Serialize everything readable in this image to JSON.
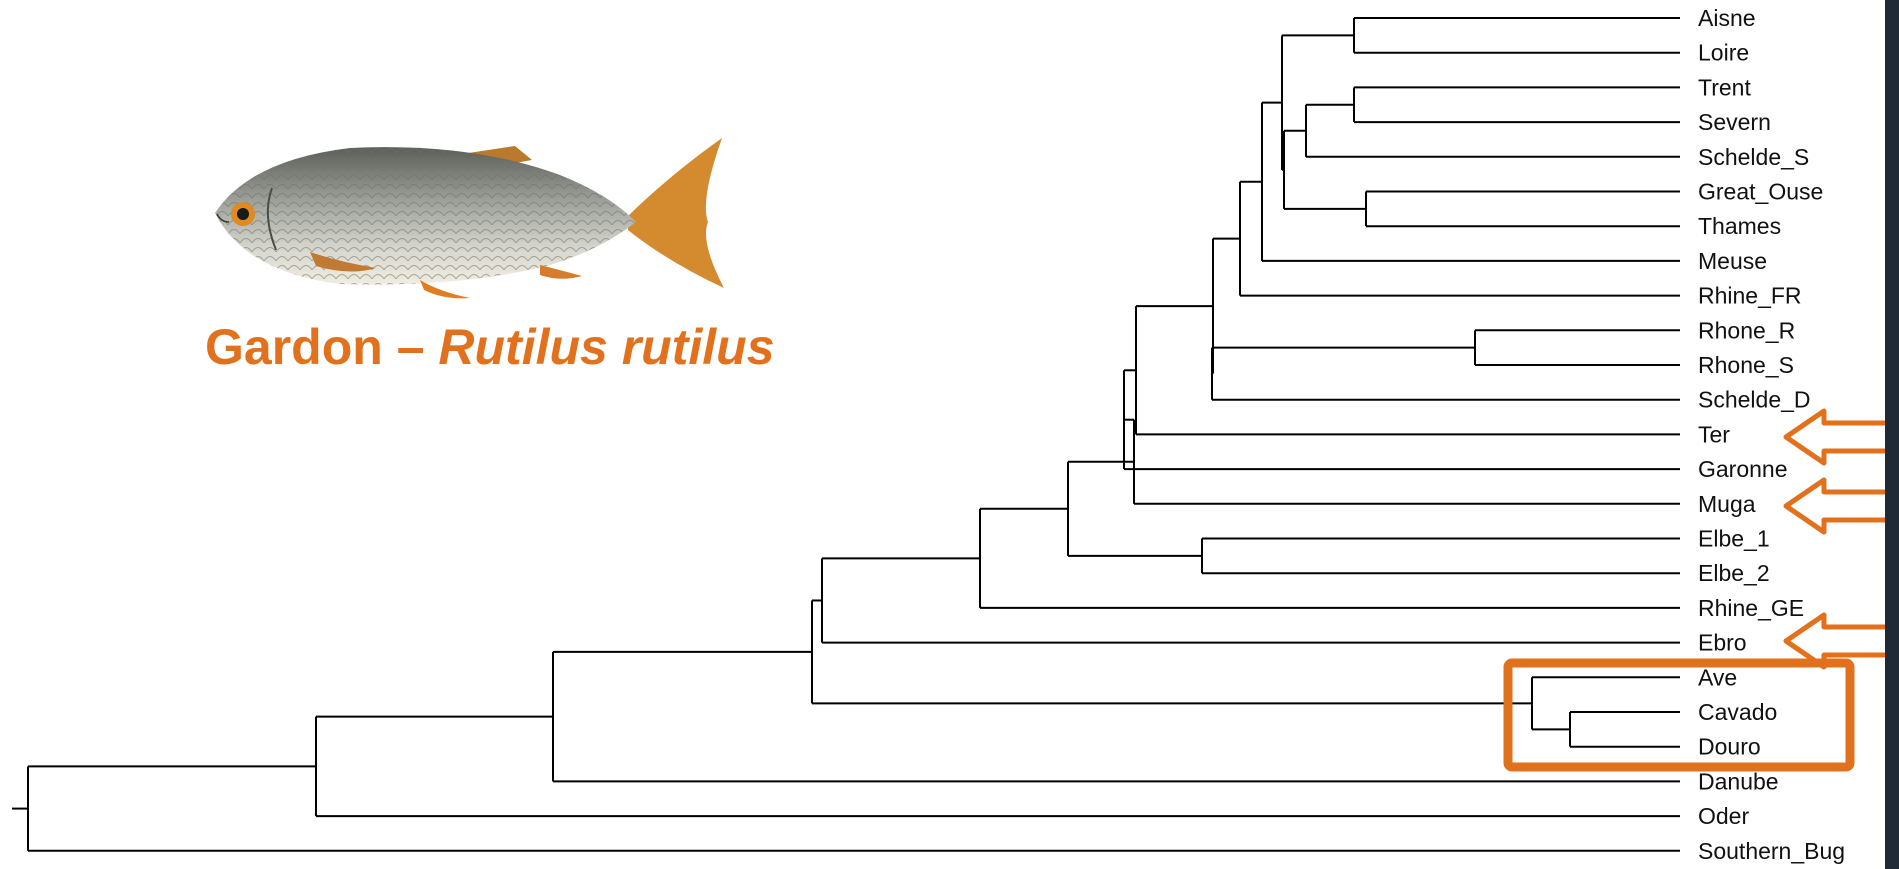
{
  "caption": {
    "common_name": "Gardon",
    "separator": " – ",
    "scientific_name": "Rutilus rutilus"
  },
  "colors": {
    "accent": "#E2711D",
    "lines": "#000000",
    "side_bar": "#1f2a36"
  },
  "icons": [
    "roach-fish-illustration",
    "arrow-left-icon"
  ],
  "tree": {
    "leaves": [
      "Aisne",
      "Loire",
      "Trent",
      "Severn",
      "Schelde_S",
      "Great_Ouse",
      "Thames",
      "Meuse",
      "Rhine_FR",
      "Rhone_R",
      "Rhone_S",
      "Schelde_D",
      "Ter",
      "Garonne",
      "Muga",
      "Elbe_1",
      "Elbe_2",
      "Rhine_GE",
      "Ebro",
      "Ave",
      "Cavado",
      "Douro",
      "Danube",
      "Oder",
      "Southern_Bug"
    ],
    "highlighted_with_arrow": [
      "Ter",
      "Muga",
      "Ebro"
    ],
    "highlighted_box": [
      "Ave",
      "Cavado",
      "Douro"
    ]
  }
}
